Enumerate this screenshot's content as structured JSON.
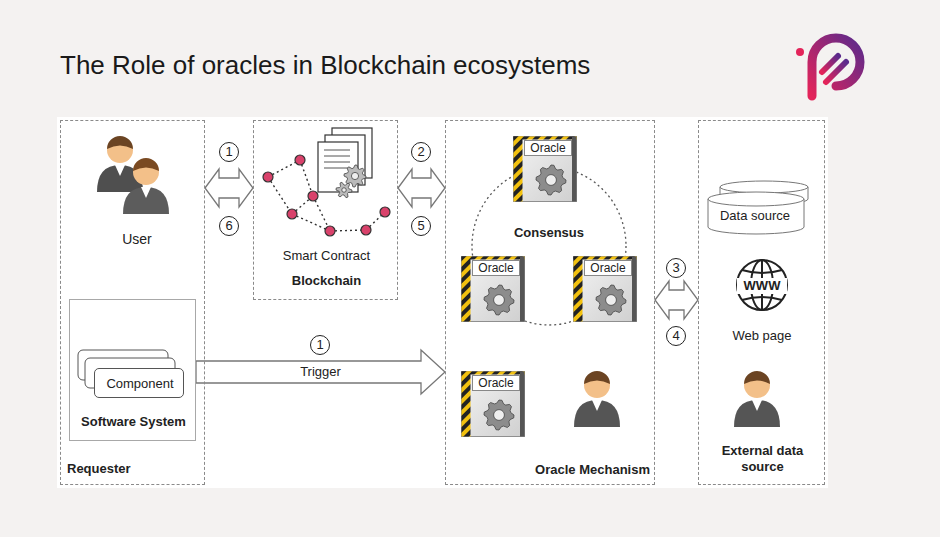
{
  "diagram": {
    "title": "The Role of oracles in Blockchain ecosystems",
    "nodes": [
      {
        "text": [
          "Requester"
        ]
      },
      {
        "text": [
          "Software System"
        ],
        "in": 0
      },
      {
        "text": [
          "Component"
        ],
        "in": 1
      },
      {
        "text": [
          "Smart Contract",
          "Blockchain"
        ]
      },
      {
        "text": [
          "Oracle Mechanism"
        ]
      },
      {
        "text": [
          "Consensus"
        ],
        "in": 4
      },
      {
        "text": [
          "Oracle"
        ],
        "in": 4
      },
      {
        "text": [
          "Oracle"
        ],
        "in": 4
      },
      {
        "text": [
          "Oracle"
        ],
        "in": 4
      },
      {
        "text": [
          "Oracle"
        ],
        "in": 4
      },
      {
        "text": [
          "External data source"
        ]
      },
      {
        "text": [
          "Data source"
        ],
        "in": 10
      }
    ],
    "edges": [
      {
        "from": 0,
        "to": 3,
        "arrow": "both"
      },
      {
        "from": 3,
        "to": 4,
        "arrow": "both"
      },
      {
        "from": 4,
        "to": 10,
        "arrow": "both"
      },
      {
        "from": 1,
        "to": 4,
        "label": "Trigger",
        "arrow": "to"
      }
    ],
    "labels": [
      "User",
      "1",
      "6",
      "2",
      "5",
      "3",
      "4",
      "WWW",
      "Web page",
      "1"
    ]
  }
}
